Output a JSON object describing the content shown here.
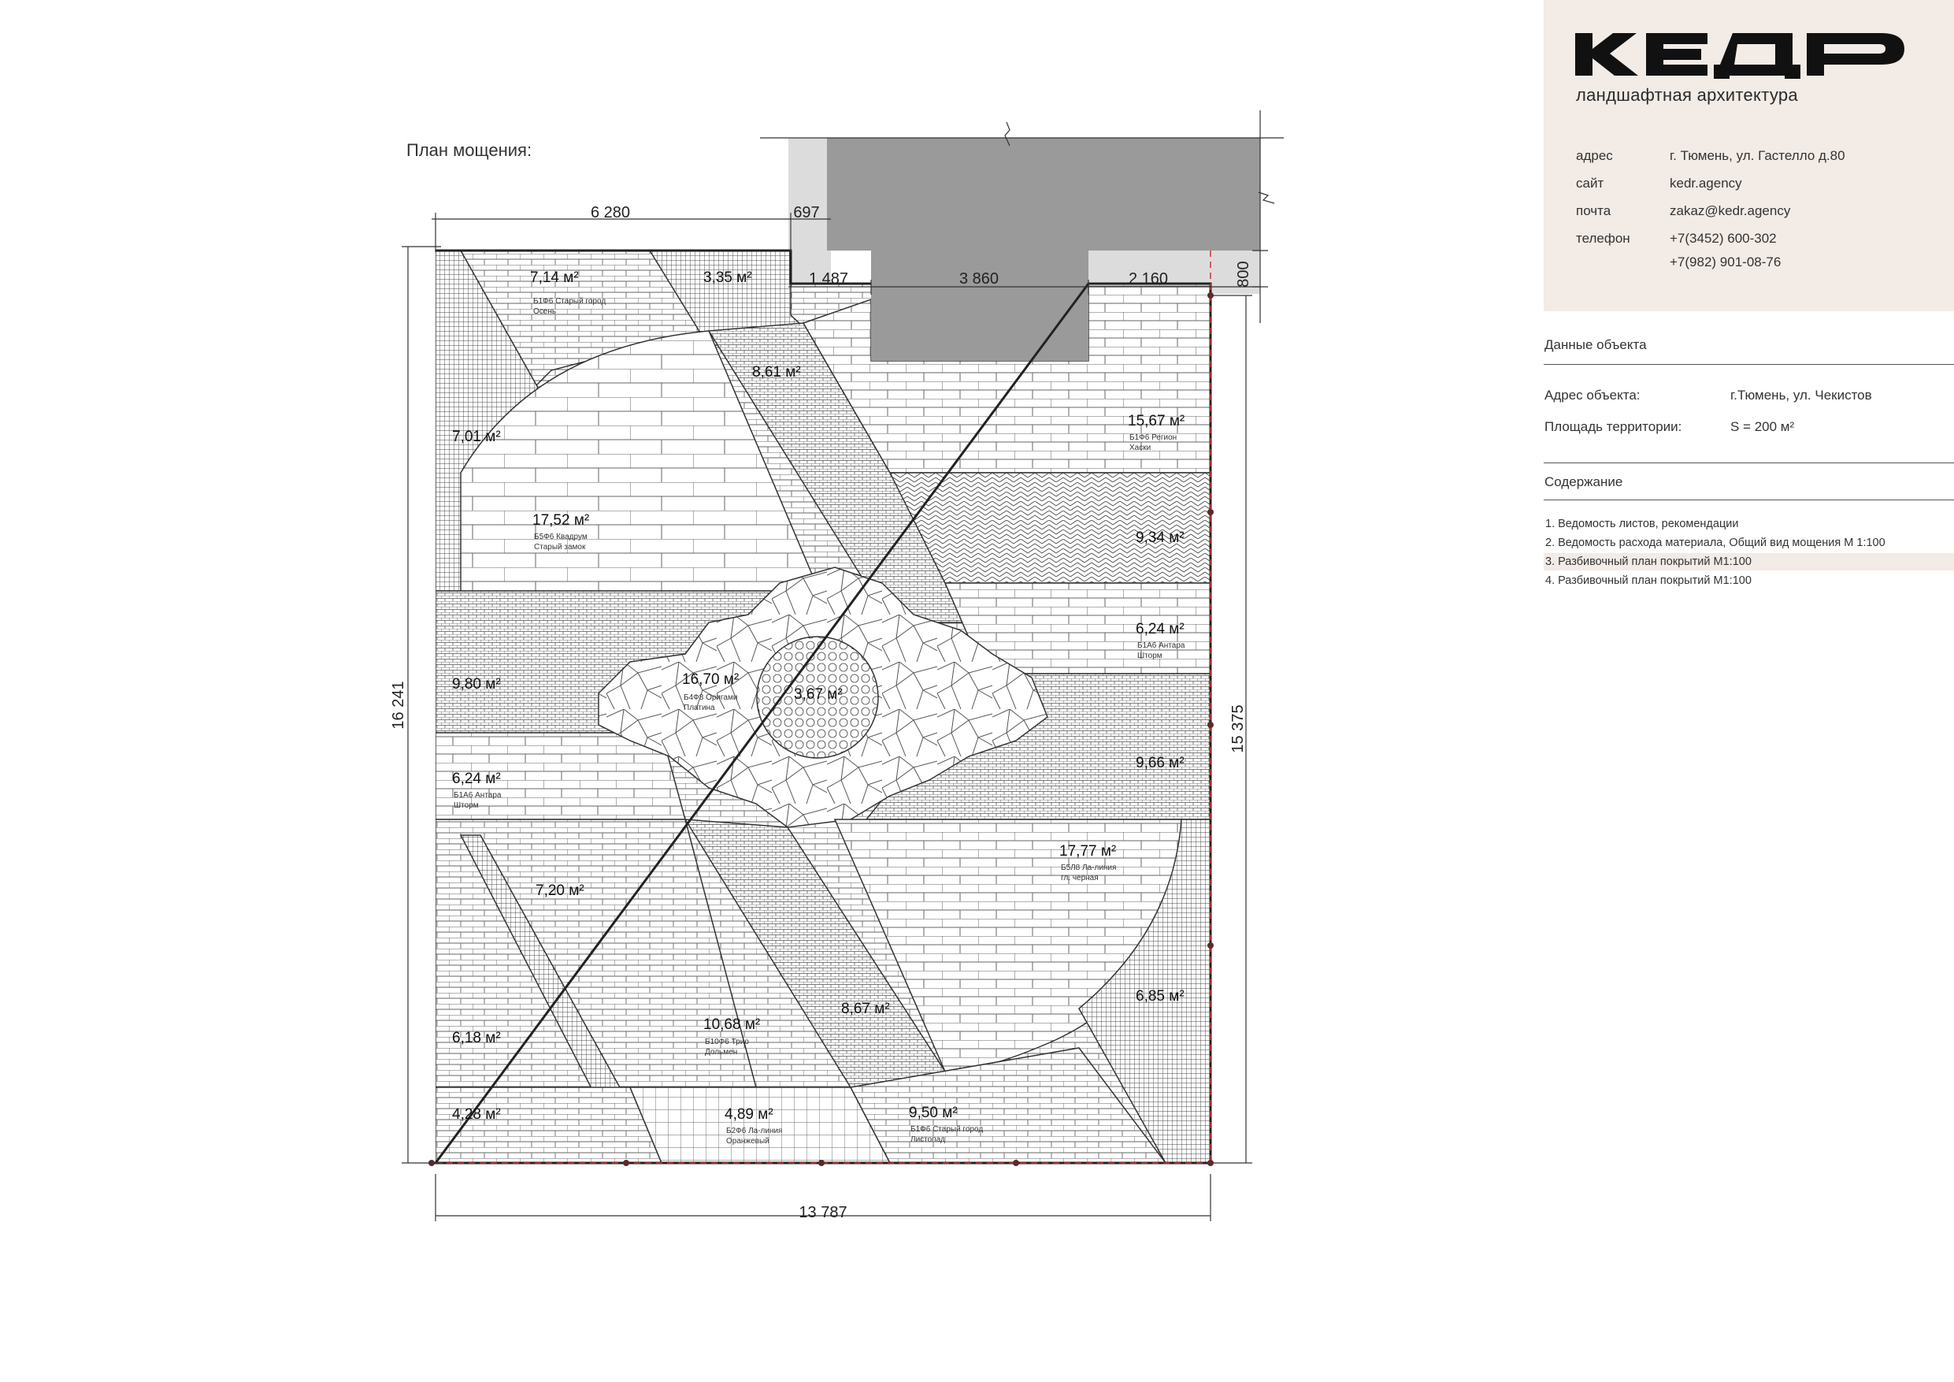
{
  "header": {
    "brand": "КЕДР",
    "tagline": "ландшафтная архитектура"
  },
  "contacts": {
    "address_label": "адрес",
    "address_value": "г. Тюмень, ул. Гастелло д.80",
    "site_label": "сайт",
    "site_value": "kedr.agency",
    "mail_label": "почта",
    "mail_value": "zakaz@kedr.agency",
    "phone_label": "телефон",
    "phone_value_1": "+7(3452) 600-302",
    "phone_value_2": "+7(982) 901-08-76"
  },
  "object": {
    "title": "Данные объекта",
    "address_label": "Адрес объекта:",
    "address_value": "г.Тюмень, ул. Чекистов",
    "area_label": "Площадь территории:",
    "area_value": "S = 200 м²"
  },
  "contents": {
    "title": "Содержание",
    "items": [
      "1. Ведомость листов, рекомендации",
      "2. Ведомость расхода материала, Общий вид мощения М 1:100",
      "3. Разбивочный план покрытий М1:100",
      "4. Разбивочный план покрытий М1:100"
    ],
    "active_index": 2
  },
  "plan": {
    "title": "План мощения:",
    "dimensions": {
      "top_left": "6 280",
      "step": "697",
      "house_left": "1 487",
      "house_mid": "3 860",
      "house_right": "2 160",
      "house_depth": "800",
      "left_total": "16 241",
      "right_total": "15 375",
      "bottom_total": "13 787"
    },
    "zones": [
      {
        "area": "7,14 м²",
        "material": "Б1Ф6 Старый город",
        "material2": "Осень"
      },
      {
        "area": "3,35 м²",
        "material": "",
        "material2": ""
      },
      {
        "area": "8,61 м²",
        "material": "",
        "material2": ""
      },
      {
        "area": "15,67 м²",
        "material": "Б1Ф6 Регион",
        "material2": "Хаски"
      },
      {
        "area": "7,01 м²",
        "material": "",
        "material2": ""
      },
      {
        "area": "17,52 м²",
        "material": "Б5Ф6 Квадрум",
        "material2": "Старый замок"
      },
      {
        "area": "9,34 м²",
        "material": "",
        "material2": ""
      },
      {
        "area": "6,24 м²",
        "material": "Б1А6 Антара",
        "material2": "Шторм"
      },
      {
        "area": "9,80 м²",
        "material": "",
        "material2": ""
      },
      {
        "area": "16,70 м²",
        "material": "Б4Ф8 Оригами",
        "material2": "Платина"
      },
      {
        "area": "3,67 м²",
        "material": "",
        "material2": ""
      },
      {
        "area": "9,66 м²",
        "material": "",
        "material2": ""
      },
      {
        "area": "6,24 м²",
        "material": "Б1А6 Антара",
        "material2": "Шторм"
      },
      {
        "area": "17,77 м²",
        "material": "Б5Л8 Ла-линия",
        "material2": "гл. черная"
      },
      {
        "area": "7,20 м²",
        "material": "",
        "material2": ""
      },
      {
        "area": "8,67 м²",
        "material": "",
        "material2": ""
      },
      {
        "area": "6,85 м²",
        "material": "",
        "material2": ""
      },
      {
        "area": "10,68 м²",
        "material": "Б10Ф6 Трио",
        "material2": "Дольмен"
      },
      {
        "area": "6,18 м²",
        "material": "",
        "material2": ""
      },
      {
        "area": "4,28 м²",
        "material": "",
        "material2": ""
      },
      {
        "area": "4,89 м²",
        "material": "Б2Ф6 Ла-линия",
        "material2": "Оранжевый"
      },
      {
        "area": "9,50 м²",
        "material": "Б1Ф6 Старый город",
        "material2": "Листопад"
      }
    ]
  }
}
